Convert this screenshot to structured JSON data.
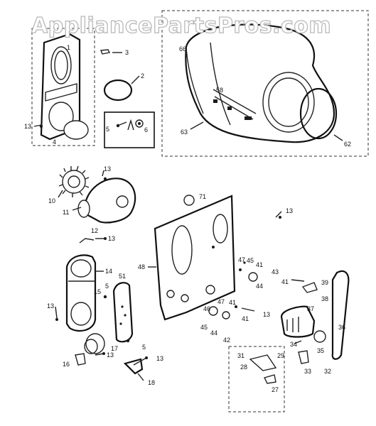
{
  "watermark": "AppliancePartsPros.com",
  "callouts": {
    "c1": "1",
    "c2": "2",
    "c3": "3",
    "c4": "4",
    "c5a": "5",
    "c6": "6",
    "c13a": "13",
    "c66": "66",
    "c58": "58",
    "c63": "63",
    "c62": "62",
    "c10": "10",
    "c11": "11",
    "c13b": "13",
    "c12": "12",
    "c13c": "13",
    "c71": "71",
    "c48": "48",
    "c13d": "13",
    "c14": "14",
    "c51": "51",
    "c15": "15",
    "c5b": "5",
    "c13e": "13",
    "c17": "17",
    "c5c": "5",
    "c13f": "13",
    "c16": "16",
    "c13g": "13",
    "c18": "18",
    "c47a": "47",
    "c45a": "45",
    "c41a": "41",
    "c43": "43",
    "c44a": "44",
    "c41b": "41",
    "c47b": "47",
    "c41c": "41",
    "c46": "46",
    "c41d": "41",
    "c13h": "13",
    "c45b": "45",
    "c44b": "44",
    "c42": "42",
    "c39": "39",
    "c38": "38",
    "c37": "37",
    "c36": "36",
    "c34": "34",
    "c35": "35",
    "c33": "33",
    "c32": "32",
    "c31": "31",
    "c29": "29",
    "c28": "28",
    "c27": "27"
  }
}
